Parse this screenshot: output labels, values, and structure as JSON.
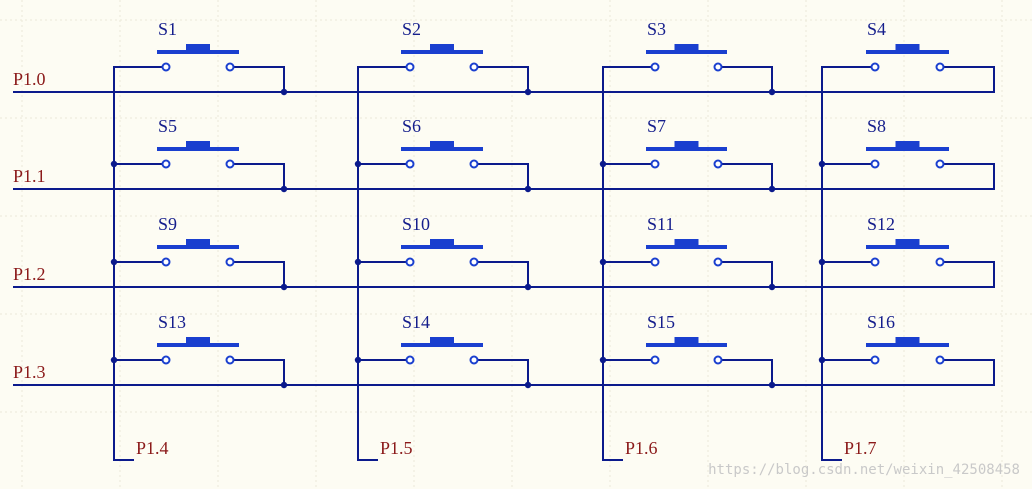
{
  "colors": {
    "background": "#fdfcf3",
    "grid": "#ece9d8",
    "wire": "#0b1a8c",
    "switch": "#1a3fcf",
    "net_label": "#8b1a1a",
    "switch_label": "#151e8c",
    "watermark": "#c9c9c9"
  },
  "rows": [
    "P1.0",
    "P1.1",
    "P1.2",
    "P1.3"
  ],
  "cols": [
    "P1.4",
    "P1.5",
    "P1.6",
    "P1.7"
  ],
  "switches": [
    [
      "S1",
      "S2",
      "S3",
      "S4"
    ],
    [
      "S5",
      "S6",
      "S7",
      "S8"
    ],
    [
      "S9",
      "S10",
      "S11",
      "S12"
    ],
    [
      "S13",
      "S14",
      "S15",
      "S16"
    ]
  ],
  "watermark": "https://blog.csdn.net/weixin_42508458"
}
